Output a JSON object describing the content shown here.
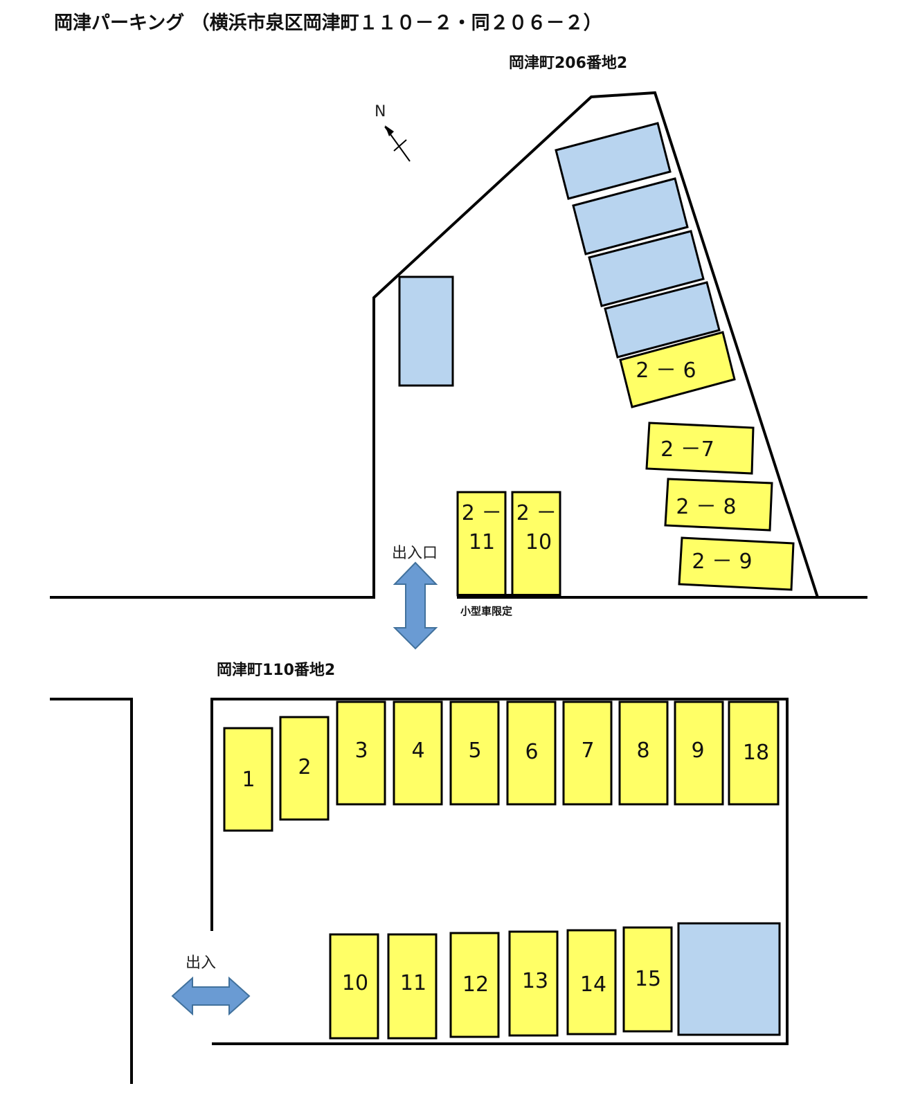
{
  "title": "岡津パーキング （横浜市泉区岡津町１１０－２・同２０６－２）",
  "lot_north_label": "岡津町206番地2",
  "lot_south_label": "岡津町110番地2",
  "north_marker": "N",
  "entrance_north_label": "出入口",
  "entrance_south_label": "出入",
  "compact_only_label": "小型車限定",
  "north_spaces": {
    "s2_6": "2 － 6",
    "s2_7": "2 －7",
    "s2_8": "2 － 8",
    "s2_9": "2 － 9",
    "s2_11_line1": "2 －",
    "s2_11_line2": "11",
    "s2_10_line1": "2 －",
    "s2_10_line2": "10"
  },
  "south_spaces": {
    "top_row": [
      "1",
      "2",
      "3",
      "4",
      "5",
      "6",
      "7",
      "8",
      "9",
      "18"
    ],
    "bottom_row": [
      "10",
      "11",
      "12",
      "13",
      "14",
      "15"
    ]
  },
  "colors": {
    "rentable_space": "#ffff66",
    "occupied_space": "#b8d4ef",
    "arrow": "#6a9bd3"
  }
}
